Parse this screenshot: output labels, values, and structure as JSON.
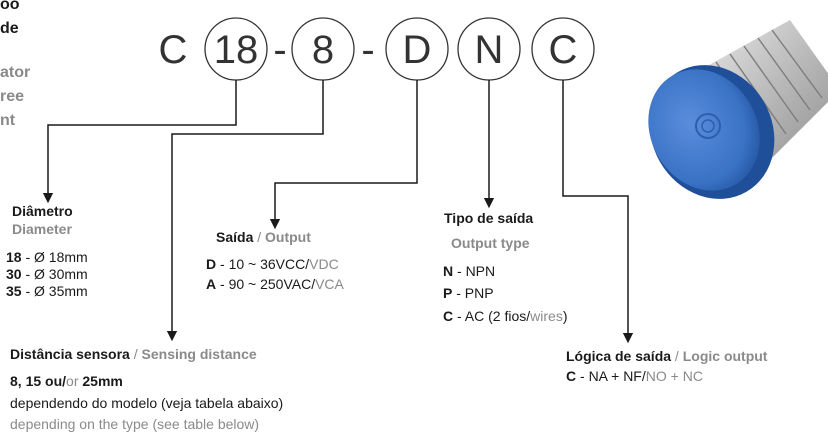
{
  "cut_text": {
    "line1": "oo",
    "line2": "de",
    "line3": "ator",
    "line4": "ree",
    "line5": "nt"
  },
  "code": {
    "c1": "C",
    "g18": "18",
    "dash1": "-",
    "g8": "8",
    "dash2": "-",
    "gD": "D",
    "gN": "N",
    "gC": "C"
  },
  "diameter": {
    "title_pt": "Diâmetro",
    "title_en": "Diameter",
    "rows": [
      {
        "code": "18",
        "desc": " - Ø 18mm"
      },
      {
        "code": "30",
        "desc": " - Ø 30mm"
      },
      {
        "code": "35",
        "desc": " - Ø 35mm"
      }
    ]
  },
  "output": {
    "title_pt": "Saída",
    "sep": " / ",
    "title_en": "Output",
    "rows": [
      {
        "code": "D",
        "desc": " - 10 ~ 36VCC/",
        "alt": "VDC"
      },
      {
        "code": "A",
        "desc": " - 90 ~ 250VAC/",
        "alt": "VCA"
      }
    ]
  },
  "output_type": {
    "title_pt": "Tipo de saída",
    "title_en": "Output type",
    "rows": [
      {
        "code": "N",
        "desc": " - NPN"
      },
      {
        "code": "P",
        "desc": " - PNP"
      },
      {
        "code": "C",
        "desc": " - AC (2 fios/",
        "alt": "wires",
        "end": ")"
      }
    ]
  },
  "sensing": {
    "title_pt": "Distância sensora",
    "sep": " / ",
    "title_en": "Sensing distance",
    "values_a": "8, 15 ou/",
    "values_or": "or",
    "values_b": " 25mm",
    "note_pt": "dependendo do modelo (veja tabela abaixo)",
    "note_en": "depending on the type (see table below)"
  },
  "logic": {
    "title_pt": "Lógica de saída",
    "sep": " / ",
    "title_en": "Logic output",
    "code": "C",
    "desc": " - NA + NF/",
    "alt": "NO + NC"
  },
  "colors": {
    "sensor_cap": "#3a72c4",
    "sensor_body": "#c9c9c9",
    "line": "#1a1a1a",
    "grey_text": "#8a8a8a"
  }
}
